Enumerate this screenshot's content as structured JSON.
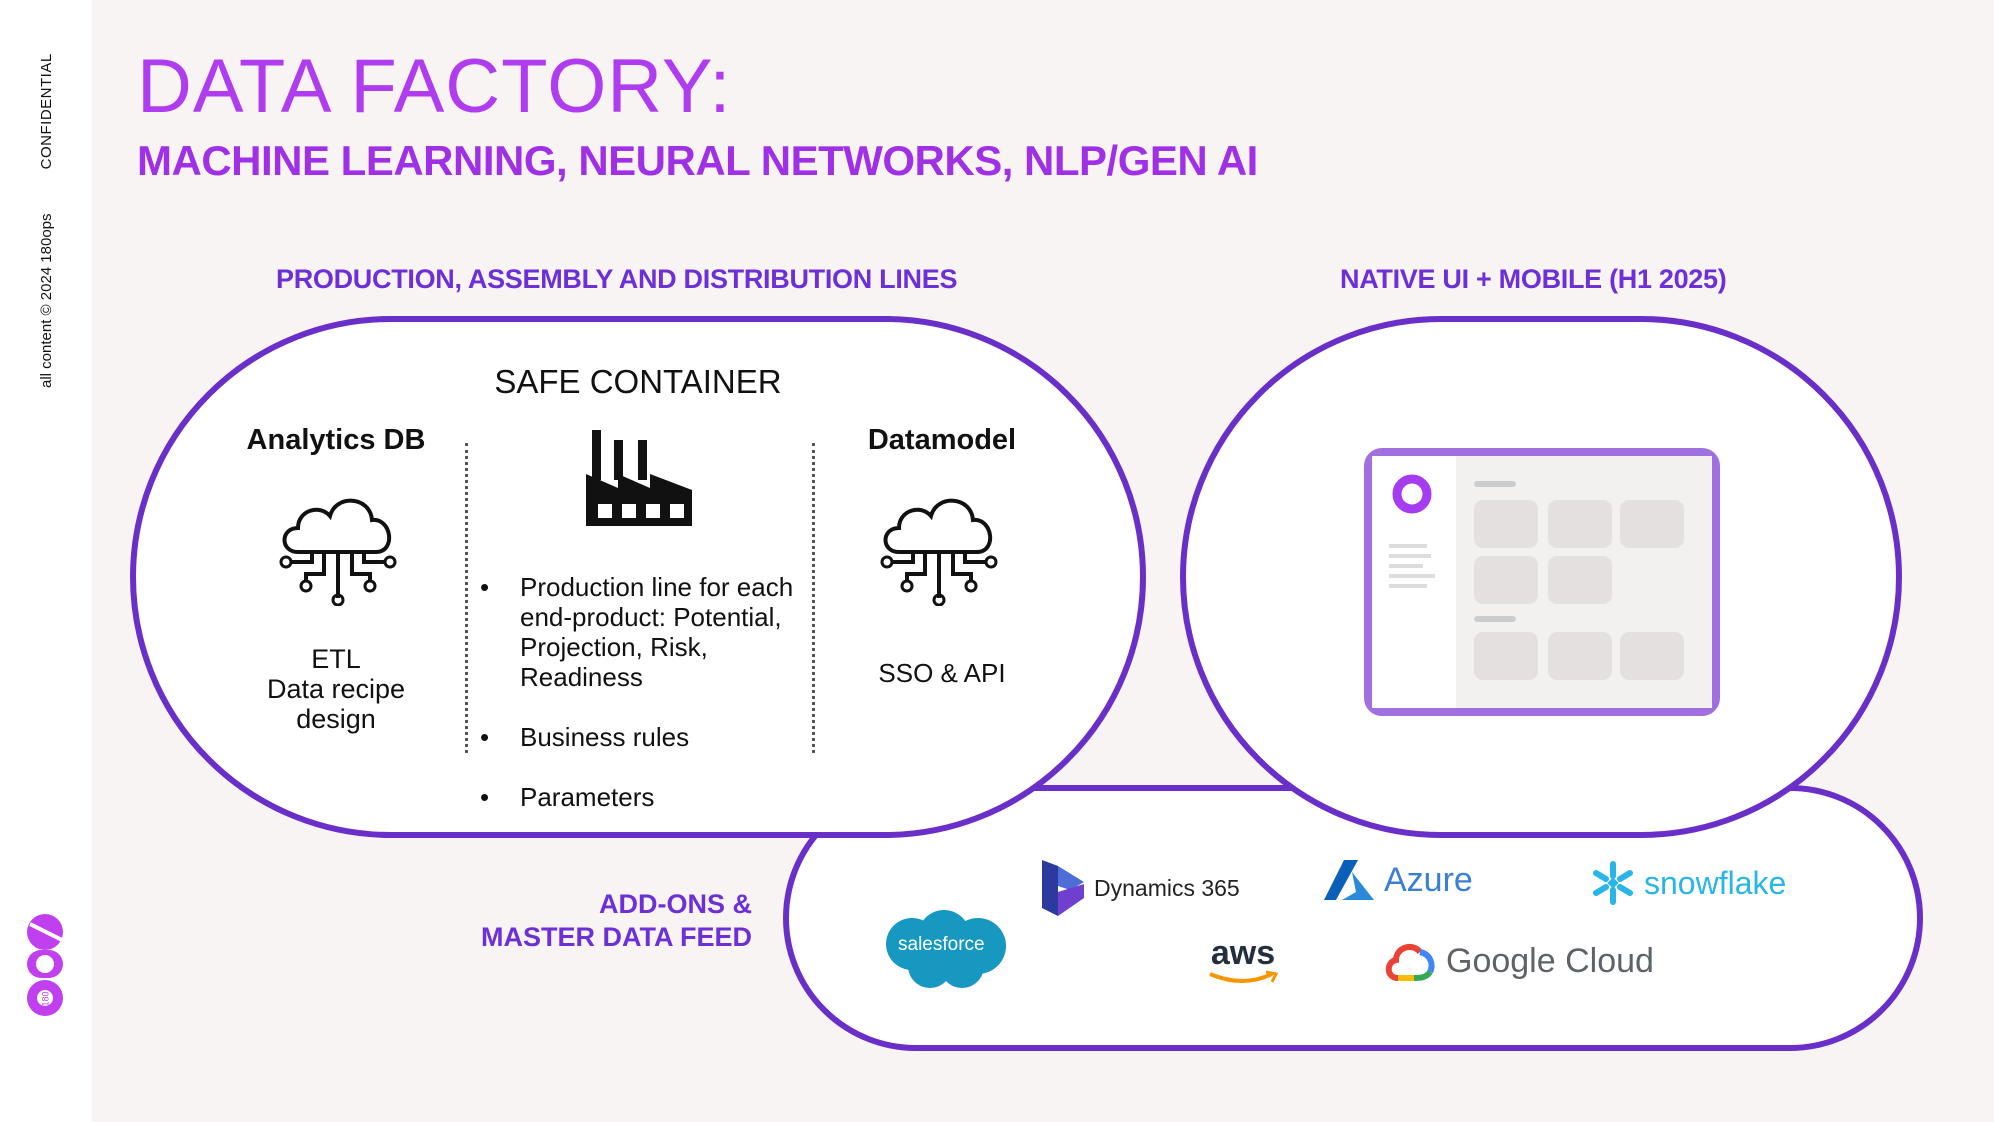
{
  "sidebar": {
    "copyright": "all content © 2024 180ops",
    "confidential": "CONFIDENTIAL",
    "logo_text": "180"
  },
  "header": {
    "title": "DATA FACTORY:",
    "subtitle": "MACHINE LEARNING, NEURAL NETWORKS, NLP/GEN AI"
  },
  "production": {
    "heading": "PRODUCTION, ASSEMBLY AND DISTRIBUTION LINES",
    "container_title": "SAFE CONTAINER",
    "analytics": {
      "heading": "Analytics DB",
      "line1": "ETL",
      "line2": "Data recipe",
      "line3": "design"
    },
    "bullets": [
      "Production line for each end-product: Potential, Projection, Risk, Readiness",
      "Business rules",
      "Parameters"
    ],
    "datamodel": {
      "heading": "Datamodel",
      "text": "SSO & API"
    }
  },
  "native": {
    "heading": "NATIVE UI + MOBILE (H1 2025)"
  },
  "addons": {
    "line1": "ADD-ONS &",
    "line2": "MASTER DATA FEED",
    "brands": {
      "dynamics": "Dynamics 365",
      "azure": "Azure",
      "snowflake": "snowflake",
      "salesforce": "salesforce",
      "aws": "aws",
      "google": "Google Cloud"
    }
  },
  "colors": {
    "accent_purple": "#b03cf0",
    "section_purple": "#6d2fd6",
    "border_purple": "#6a2fc8"
  }
}
